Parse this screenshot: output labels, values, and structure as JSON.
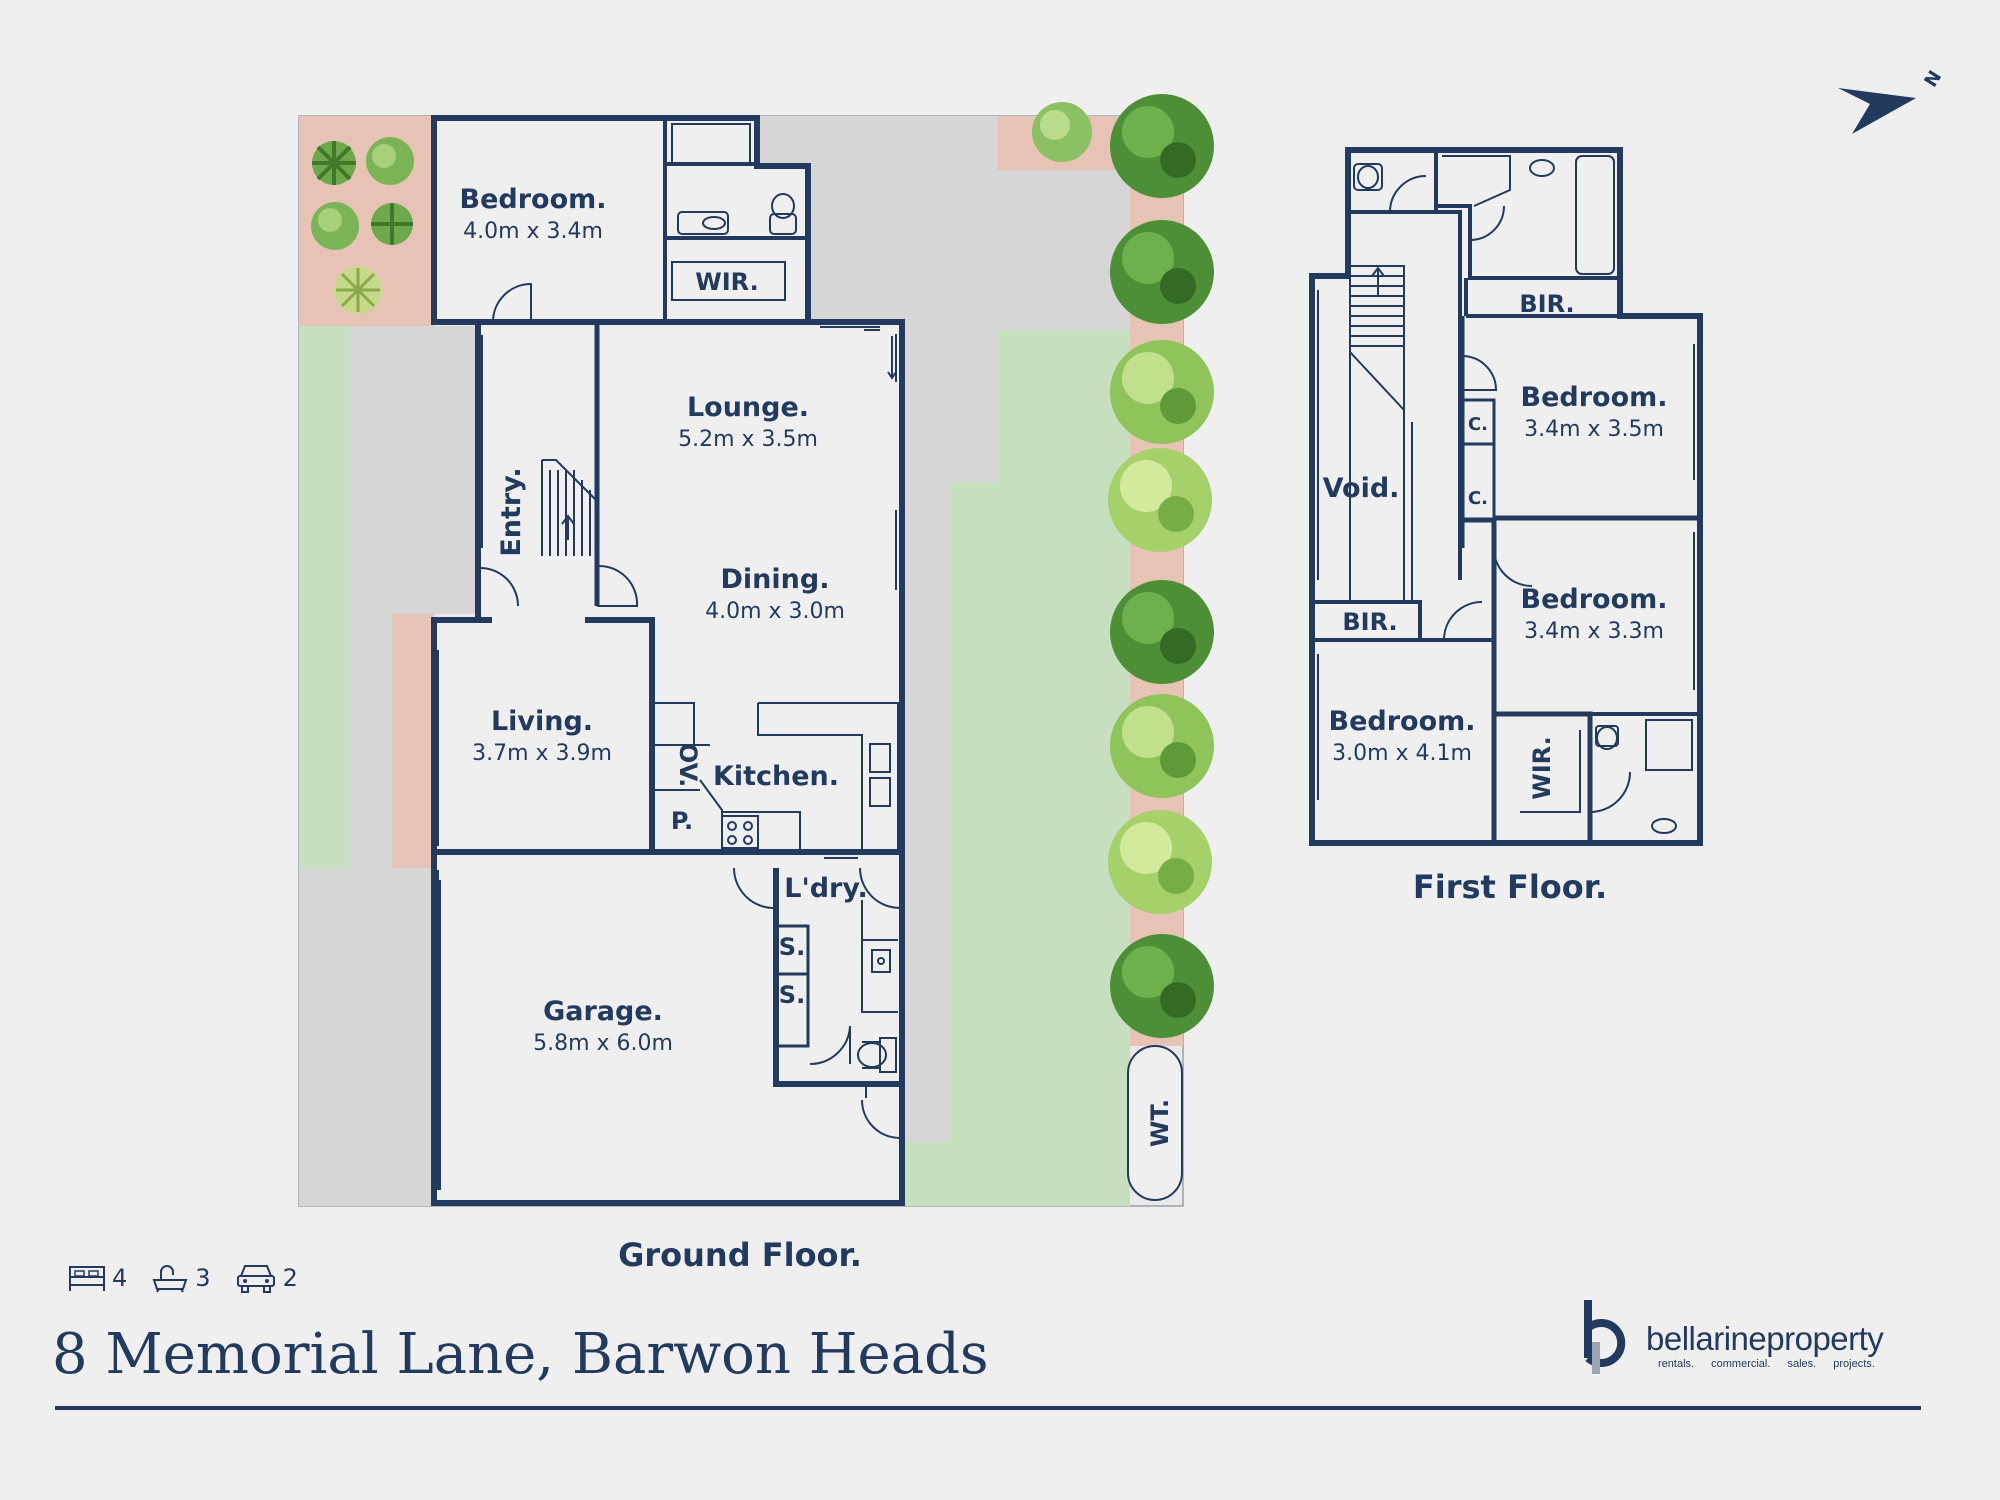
{
  "address": "8 Memorial Lane, Barwon Heads",
  "stats": {
    "bedrooms": "4",
    "bathrooms": "3",
    "cars": "2"
  },
  "brand": {
    "name": "bellarineproperty",
    "tagline": "rentals. commercial. sales. projects."
  },
  "compass": {
    "label": "N"
  },
  "colors": {
    "wall": "#223a5e",
    "floor": "#efefef",
    "lawn": "#c6dfbe",
    "paving": "#d6d6d6",
    "pebbles": "#e6c3b4"
  },
  "ground_floor": {
    "title": "Ground Floor.",
    "bedroom": {
      "name": "Bedroom.",
      "size": "4.0m x 3.4m"
    },
    "wir": "WIR.",
    "entry": "Entry.",
    "lounge": {
      "name": "Lounge.",
      "size": "5.2m x 3.5m"
    },
    "dining": {
      "name": "Dining.",
      "size": "4.0m x 3.0m"
    },
    "living": {
      "name": "Living.",
      "size": "3.7m x 3.9m"
    },
    "kitchen": "Kitchen.",
    "oven": "OV.",
    "pantry": "P.",
    "laundry": "L'dry.",
    "shelf1": "S.",
    "shelf2": "S.",
    "garage": {
      "name": "Garage.",
      "size": "5.8m x 6.0m"
    },
    "water_tank": "WT."
  },
  "first_floor": {
    "title": "First Floor.",
    "bir_top": "BIR.",
    "bedroom_a": {
      "name": "Bedroom.",
      "size": "3.4m x 3.5m"
    },
    "c1": "C.",
    "c2": "C.",
    "void": "Void.",
    "bedroom_b": {
      "name": "Bedroom.",
      "size": "3.4m x 3.3m"
    },
    "bir_left": "BIR.",
    "bedroom_c": {
      "name": "Bedroom.",
      "size": "3.0m x 4.1m"
    },
    "wir": "WIR."
  }
}
